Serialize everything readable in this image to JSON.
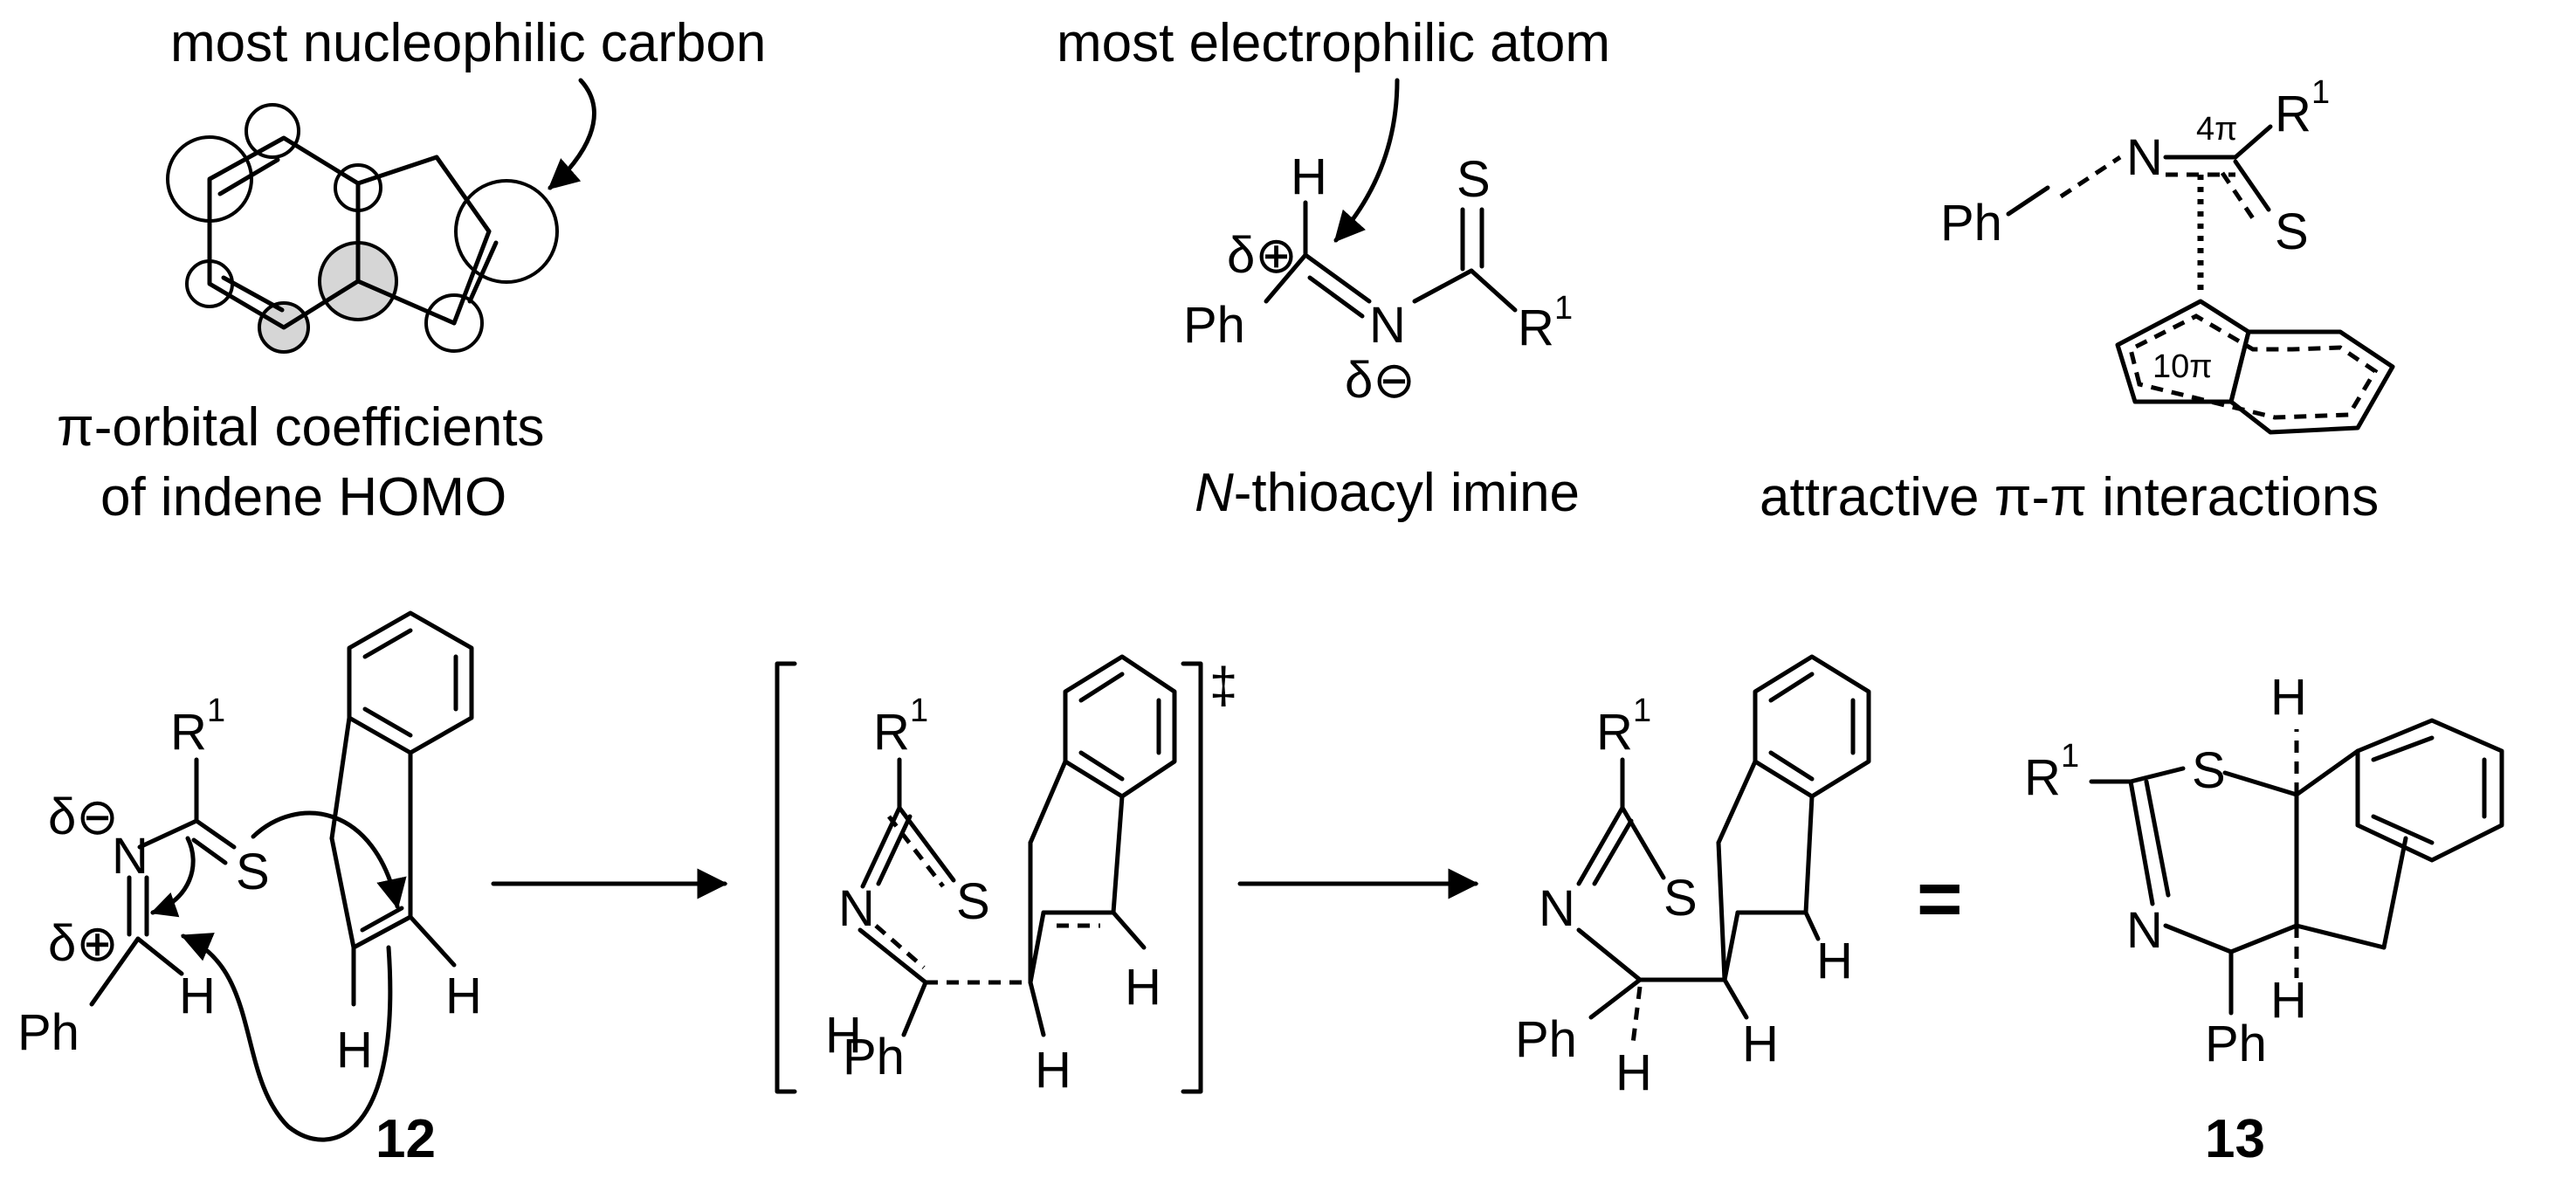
{
  "labels": {
    "nucleophilic": "most nucleophilic carbon",
    "electrophilic": "most electrophilic atom",
    "coeff_line1": "π-orbital coefficients",
    "coeff_line2": "of indene HOMO",
    "imine_italic": "N",
    "imine_rest": "-thioacyl imine",
    "pi_pi": "attractive π-π interactions"
  },
  "atoms": {
    "H": "H",
    "N": "N",
    "S": "S",
    "Ph": "Ph",
    "R": "R",
    "sup1": "1",
    "delta_plus": "δ⊕",
    "delta_minus": "δ⊖",
    "four_pi": "4π",
    "ten_pi": "10π",
    "dagger": "‡",
    "equals": "="
  },
  "compounds": {
    "c12": "12",
    "c13": "13"
  }
}
